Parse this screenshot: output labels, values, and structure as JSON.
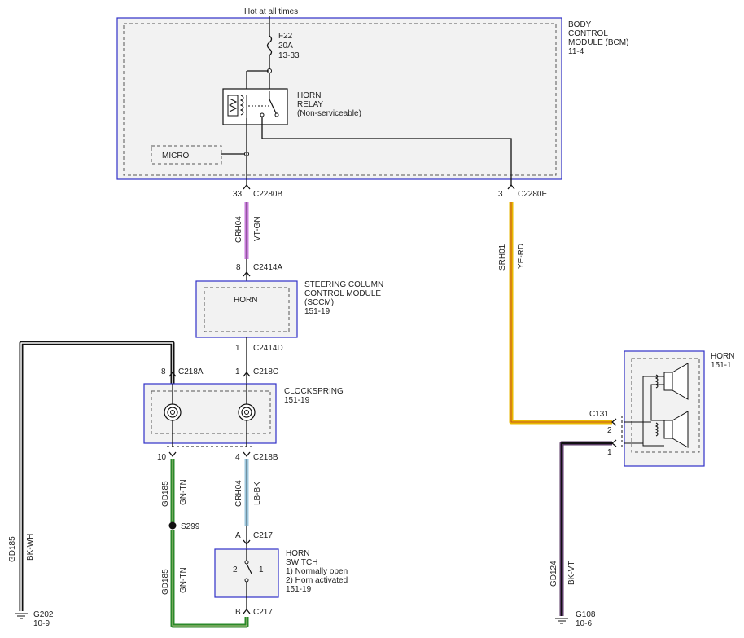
{
  "colors": {
    "module_border": "#3030c8",
    "module_fill": "#f2f2f2",
    "violet_green": "#c77ad9",
    "yellow_red": "#e8b800",
    "light_blue_black": "#9cc7dd",
    "green_tan": "#2a8a2a",
    "black_white": "#111111",
    "black_violet": "#5a3a66"
  },
  "supply": {
    "label": "Hot at all times"
  },
  "fuse": {
    "name": "F22",
    "rating": "20A",
    "ref": "13-33"
  },
  "bcm": {
    "line1": "BODY",
    "line2": "CONTROL",
    "line3": "MODULE (BCM)",
    "ref": "11-4"
  },
  "relay": {
    "line1": "HORN",
    "line2": "RELAY",
    "note": "(Non-serviceable)"
  },
  "micro": {
    "label": "MICRO"
  },
  "connectors": {
    "c2280b": {
      "pin": "33",
      "name": "C2280B"
    },
    "c2280e": {
      "pin": "3",
      "name": "C2280E"
    },
    "c2414a": {
      "pin": "8",
      "name": "C2414A"
    },
    "c2414d": {
      "pin": "1",
      "name": "C2414D"
    },
    "c218a": {
      "pin": "8",
      "name": "C218A"
    },
    "c218c": {
      "pin": "1",
      "name": "C218C"
    },
    "c218b_left_pin": "10",
    "c218b": {
      "pin": "4",
      "name": "C218B"
    },
    "c217a": {
      "pin": "A",
      "name": "C217"
    },
    "c217b": {
      "pin": "B",
      "name": "C217"
    },
    "c131": {
      "name": "C131",
      "pin2": "2",
      "pin1": "1"
    }
  },
  "wires": {
    "crh04_top": {
      "circuit": "CRH04",
      "color": "VT-GN"
    },
    "srh01": {
      "circuit": "SRH01",
      "color": "YE-RD"
    },
    "crh04_bottom": {
      "circuit": "CRH04",
      "color": "LB-BK"
    },
    "gd185_upper": {
      "circuit": "GD185",
      "color": "GN-TN"
    },
    "gd185_lower": {
      "circuit": "GD185",
      "color": "GN-TN"
    },
    "gd185_left": {
      "circuit": "GD185",
      "color": "BK-WH"
    },
    "gd124": {
      "circuit": "GD124",
      "color": "BK-VT"
    }
  },
  "sccm": {
    "inner": "HORN",
    "line1": "STEERING COLUMN",
    "line2": "CONTROL MODULE",
    "line3": "(SCCM)",
    "ref": "151-19"
  },
  "clockspring": {
    "name": "CLOCKSPRING",
    "ref": "151-19"
  },
  "splice": {
    "name": "S299"
  },
  "horn_switch": {
    "line1": "HORN",
    "line2": "SWITCH",
    "note1": "1) Normally open",
    "note2": "2) Horn activated",
    "ref": "151-19",
    "pin_left": "2",
    "pin_right": "1"
  },
  "horn": {
    "name": "HORN",
    "ref": "151-1"
  },
  "grounds": {
    "g202": {
      "name": "G202",
      "ref": "10-9"
    },
    "g108": {
      "name": "G108",
      "ref": "10-6"
    }
  }
}
